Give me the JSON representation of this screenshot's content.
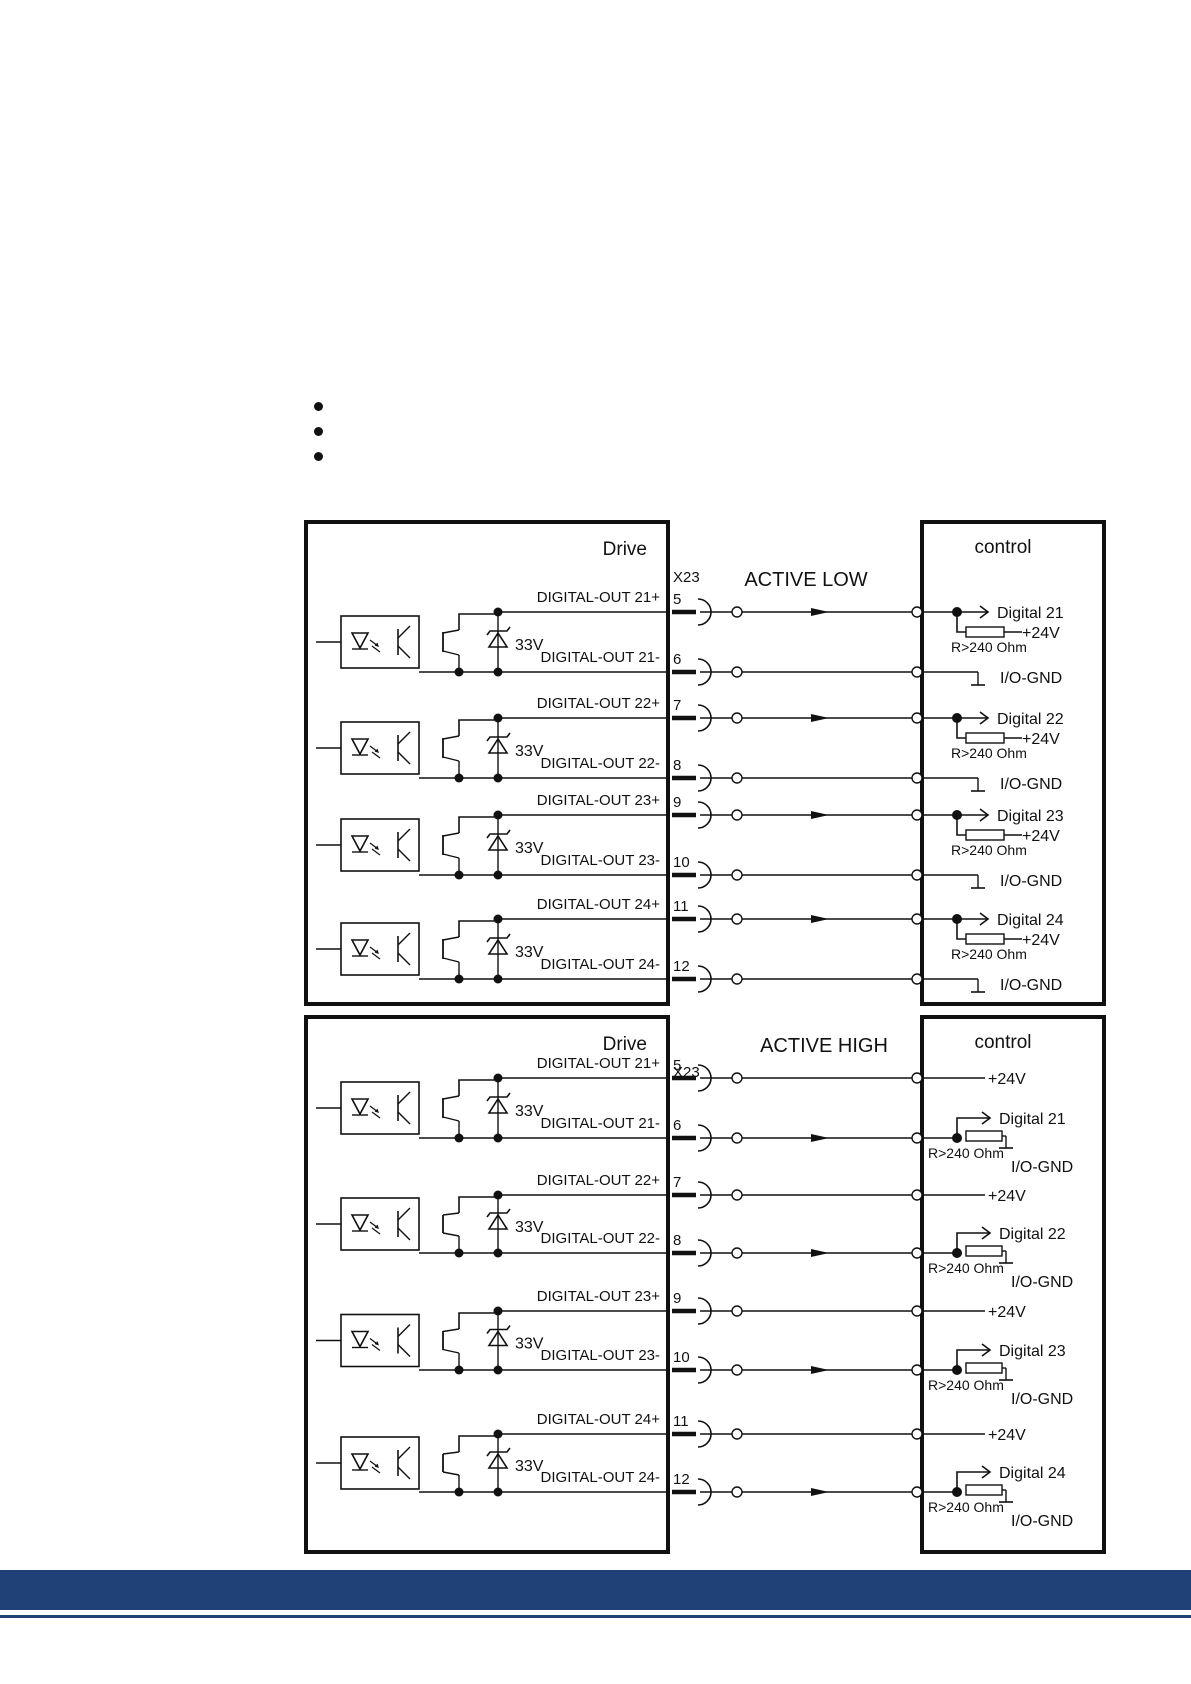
{
  "diagram": {
    "connector": "X23",
    "threshold": "33V",
    "resistor": "R>240 Ohm",
    "supply": "+24V",
    "ground": "I/O-GND",
    "panels": [
      {
        "drive_label": "Drive",
        "control_label": "control",
        "mode": "ACTIVE LOW",
        "channels": [
          {
            "plus_label": "DIGITAL-OUT 21+",
            "minus_label": "DIGITAL-OUT 21-",
            "plus_pin": "5",
            "minus_pin": "6",
            "input_label": "Digital 21"
          },
          {
            "plus_label": "DIGITAL-OUT 22+",
            "minus_label": "DIGITAL-OUT 22-",
            "plus_pin": "7",
            "minus_pin": "8",
            "input_label": "Digital 22"
          },
          {
            "plus_label": "DIGITAL-OUT 23+",
            "minus_label": "DIGITAL-OUT 23-",
            "plus_pin": "9",
            "minus_pin": "10",
            "input_label": "Digital 23"
          },
          {
            "plus_label": "DIGITAL-OUT 24+",
            "minus_label": "DIGITAL-OUT 24-",
            "plus_pin": "11",
            "minus_pin": "12",
            "input_label": "Digital 24"
          }
        ]
      },
      {
        "drive_label": "Drive",
        "control_label": "control",
        "mode": "ACTIVE HIGH",
        "channels": [
          {
            "plus_label": "DIGITAL-OUT 21+",
            "minus_label": "DIGITAL-OUT 21-",
            "plus_pin": "5",
            "minus_pin": "6",
            "input_label": "Digital 21"
          },
          {
            "plus_label": "DIGITAL-OUT 22+",
            "minus_label": "DIGITAL-OUT 22-",
            "plus_pin": "7",
            "minus_pin": "8",
            "input_label": "Digital 22"
          },
          {
            "plus_label": "DIGITAL-OUT 23+",
            "minus_label": "DIGITAL-OUT 23-",
            "plus_pin": "9",
            "minus_pin": "10",
            "input_label": "Digital 23"
          },
          {
            "plus_label": "DIGITAL-OUT 24+",
            "minus_label": "DIGITAL-OUT 24-",
            "plus_pin": "11",
            "minus_pin": "12",
            "input_label": "Digital 24"
          }
        ]
      }
    ]
  },
  "colors": {
    "line": "#111111",
    "footer": "#1f4178"
  }
}
